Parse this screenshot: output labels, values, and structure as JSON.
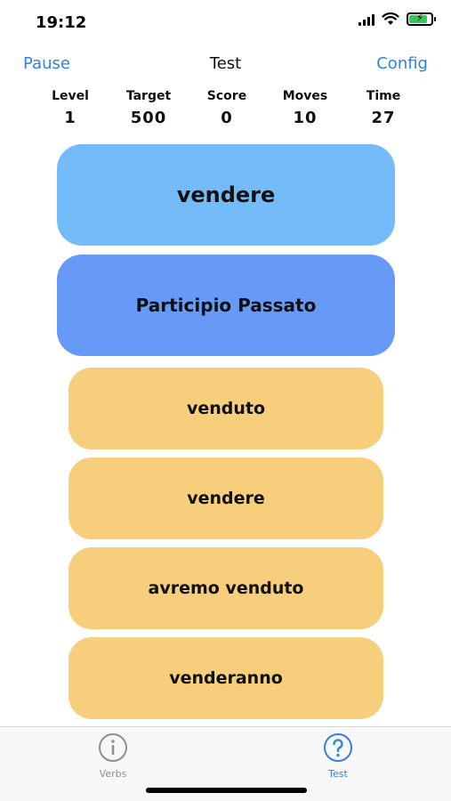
{
  "status": {
    "time": "19:12",
    "battery_level": 0.85,
    "battery_color": "#34c759"
  },
  "nav": {
    "left": "Pause",
    "title": "Test",
    "right": "Config"
  },
  "stats": [
    {
      "label": "Level",
      "value": "1"
    },
    {
      "label": "Target",
      "value": "500"
    },
    {
      "label": "Score",
      "value": "0"
    },
    {
      "label": "Moves",
      "value": "10"
    },
    {
      "label": "Time",
      "value": "27"
    }
  ],
  "question": {
    "verb": "vendere",
    "tense": "Participio Passato"
  },
  "answers": [
    "venduto",
    "vendere",
    "avremo venduto",
    "venderanno"
  ],
  "tabs": [
    {
      "label": "Verbs",
      "icon": "info-icon",
      "active": false
    },
    {
      "label": "Test",
      "icon": "question-icon",
      "active": true
    }
  ],
  "colors": {
    "accent": "#2f80ed",
    "verb_card": "#74bbf9",
    "tense_card": "#6799f7",
    "answer_card": "#f6ce7c"
  }
}
